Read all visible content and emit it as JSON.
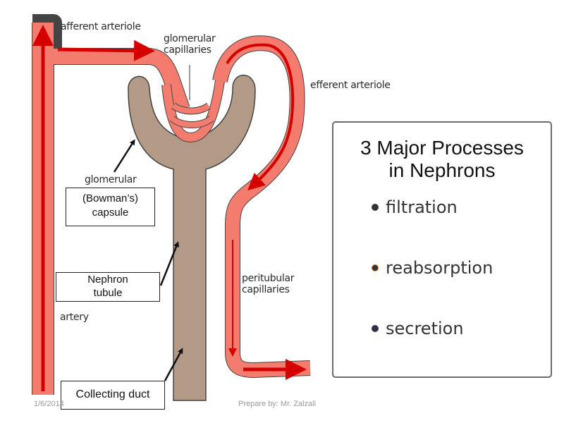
{
  "diagram": {
    "labels": {
      "afferent_arteriole": "afferent arteriole",
      "glomerular_capillaries_line1": "glomerular",
      "glomerular_capillaries_line2": "capillaries",
      "efferent_arteriole": "efferent arteriole",
      "glomerular": "glomerular",
      "peritubular_line1": "peritubular",
      "peritubular_line2": "capillaries",
      "artery": "artery"
    },
    "boxes": {
      "bowmans_line1": "(Bowman’s)",
      "bowmans_line2": "capsule",
      "nephron_line1": "Nephron",
      "nephron_line2": "tubule",
      "collecting_duct": "Collecting duct"
    },
    "colors": {
      "vessel_fill": "#f47c6e",
      "vessel_core": "#d40000",
      "tubule_fill": "#b29a86",
      "outline": "#444444"
    }
  },
  "panel": {
    "title_line1": "3 Major Processes",
    "title_line2": "in Nephrons",
    "processes": [
      {
        "label": "filtration",
        "dot_ring": "#4a2a4a"
      },
      {
        "label": "reabsorption",
        "dot_ring": "#e07a2a"
      },
      {
        "label": "secretion",
        "dot_ring": "#2a2aa0"
      }
    ]
  },
  "footer": {
    "date": "1/6/2014",
    "credit": "Prepare by:  Mr. Zalzali"
  }
}
